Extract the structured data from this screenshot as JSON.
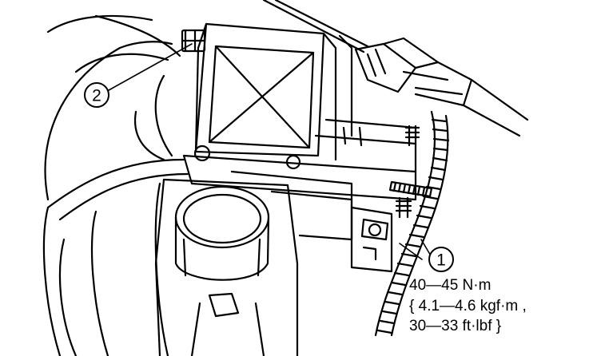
{
  "callouts": [
    {
      "number": "1"
    },
    {
      "number": "2"
    }
  ],
  "torque_spec": {
    "line1": "40—45 N·m",
    "line2": "{ 4.1—4.6 kgf·m ,",
    "line3": "30—33 ft·lbf }"
  }
}
